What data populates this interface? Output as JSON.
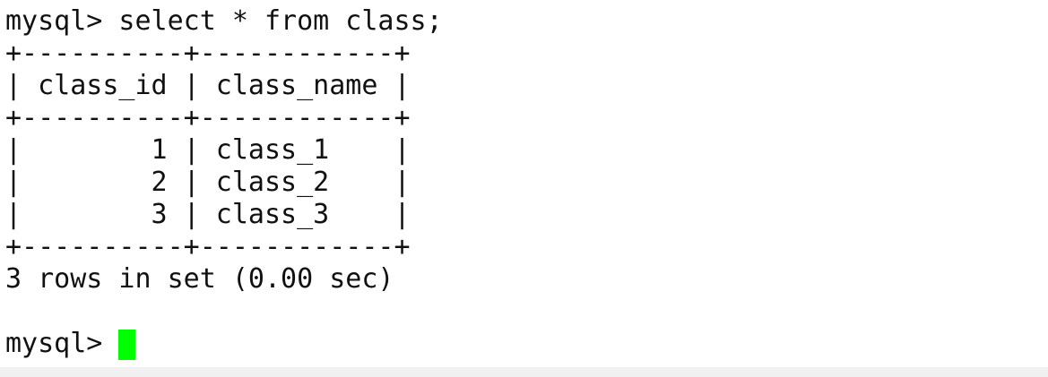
{
  "terminal": {
    "lines": [
      "mysql> select * from class;",
      "+----------+------------+",
      "| class_id | class_name |",
      "+----------+------------+",
      "|        1 | class_1    |",
      "|        2 | class_2    |",
      "|        3 | class_3    |",
      "+----------+------------+",
      "3 rows in set (0.00 sec)",
      ""
    ],
    "prompt": "mysql>",
    "cursor_color": "#00ff00"
  }
}
